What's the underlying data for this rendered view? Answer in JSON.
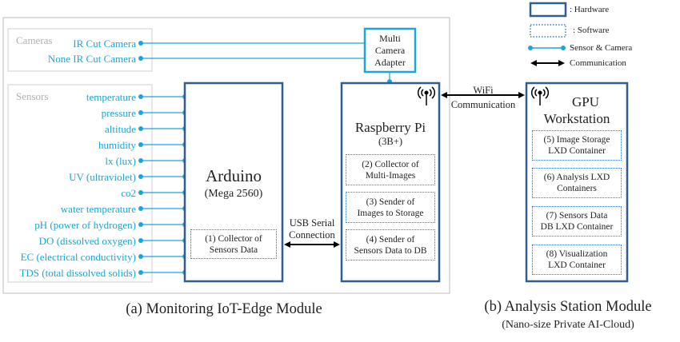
{
  "legend": {
    "hardware": ": Hardware",
    "software": ": Software",
    "sensor_camera": "Sensor & Camera",
    "communication": "Communication"
  },
  "cameras": {
    "group_label": "Cameras",
    "items": [
      "IR Cut Camera",
      "None IR Cut Camera"
    ]
  },
  "sensors": {
    "group_label": "Sensors",
    "items": [
      "temperature",
      "pressure",
      "altitude",
      "humidity",
      "lx (lux)",
      "UV (ultraviolet)",
      "co2",
      "water temperature",
      "pH (power of hydrogen)",
      "DO (dissolved oxygen)",
      "EC (electrical conductivity)",
      "TDS (total dissolved solids)"
    ]
  },
  "adapter": {
    "line1": "Multi",
    "line2": "Camera",
    "line3": "Adapter"
  },
  "arduino": {
    "title": "Arduino",
    "model": "(Mega 2560)",
    "sw1_line1": "(1) Collector of",
    "sw1_line2": "Sensors Data"
  },
  "usb": {
    "line1": "USB Serial",
    "line2": "Connection"
  },
  "raspberry": {
    "title": "Raspberry Pi",
    "model": "(3B+)",
    "sw": [
      {
        "line1": "(2) Collector of",
        "line2": "Multi-Images"
      },
      {
        "line1": "(3) Sender of",
        "line2": "Images to Storage"
      },
      {
        "line1": "(4) Sender of",
        "line2": "Sensors Data to DB"
      }
    ]
  },
  "wifi": {
    "line1": "WiFi",
    "line2": "Communication"
  },
  "gpu": {
    "title_line1": "GPU",
    "title_line2": "Workstation",
    "sw": [
      {
        "line1": "(5) Image Storage",
        "line2": "LXD Container"
      },
      {
        "line1": "(6) Analysis LXD",
        "line2": "Containers"
      },
      {
        "line1": "(7) Sensors Data",
        "line2": "DB LXD Container"
      },
      {
        "line1": "(8) Visualization",
        "line2": "LXD Container"
      }
    ]
  },
  "captions": {
    "left": "(a) Monitoring IoT-Edge Module",
    "right": "(b) Analysis Station Module",
    "right_sub": "(Nano-size Private AI-Cloud)"
  },
  "colors": {
    "hardware": "#2f5d8f",
    "sensor": "#1aa6d9",
    "software": "#3b7bbf"
  }
}
